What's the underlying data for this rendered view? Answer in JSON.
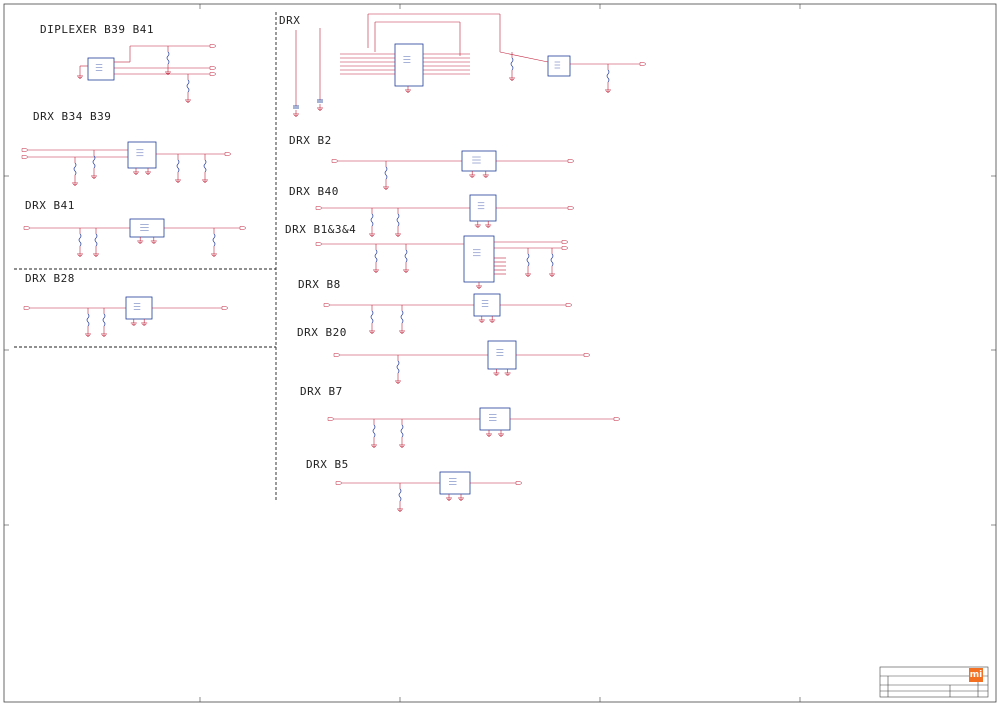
{
  "sections": [
    {
      "id": "diplexer-b39-b41",
      "title": "DIPLEXER B39 B41"
    },
    {
      "id": "drx-b34-b39",
      "title": "DRX B34 B39"
    },
    {
      "id": "drx-b41",
      "title": "DRX B41"
    },
    {
      "id": "drx-b28",
      "title": "DRX B28"
    },
    {
      "id": "drx",
      "title": "DRX"
    },
    {
      "id": "drx-b2",
      "title": "DRX B2"
    },
    {
      "id": "drx-b40",
      "title": "DRX B40"
    },
    {
      "id": "drx-b1-3-4",
      "title": "DRX B1&3&4"
    },
    {
      "id": "drx-b8",
      "title": "DRX B8"
    },
    {
      "id": "drx-b20",
      "title": "DRX B20"
    },
    {
      "id": "drx-b7",
      "title": "DRX B7"
    },
    {
      "id": "drx-b5",
      "title": "DRX B5"
    }
  ],
  "title_block": {
    "logo": "mi"
  },
  "colors": {
    "wire": "#c0203a",
    "component": "#223c9a",
    "ground": "#c0203a",
    "frame": "#444444",
    "logo": "#f36f21"
  }
}
